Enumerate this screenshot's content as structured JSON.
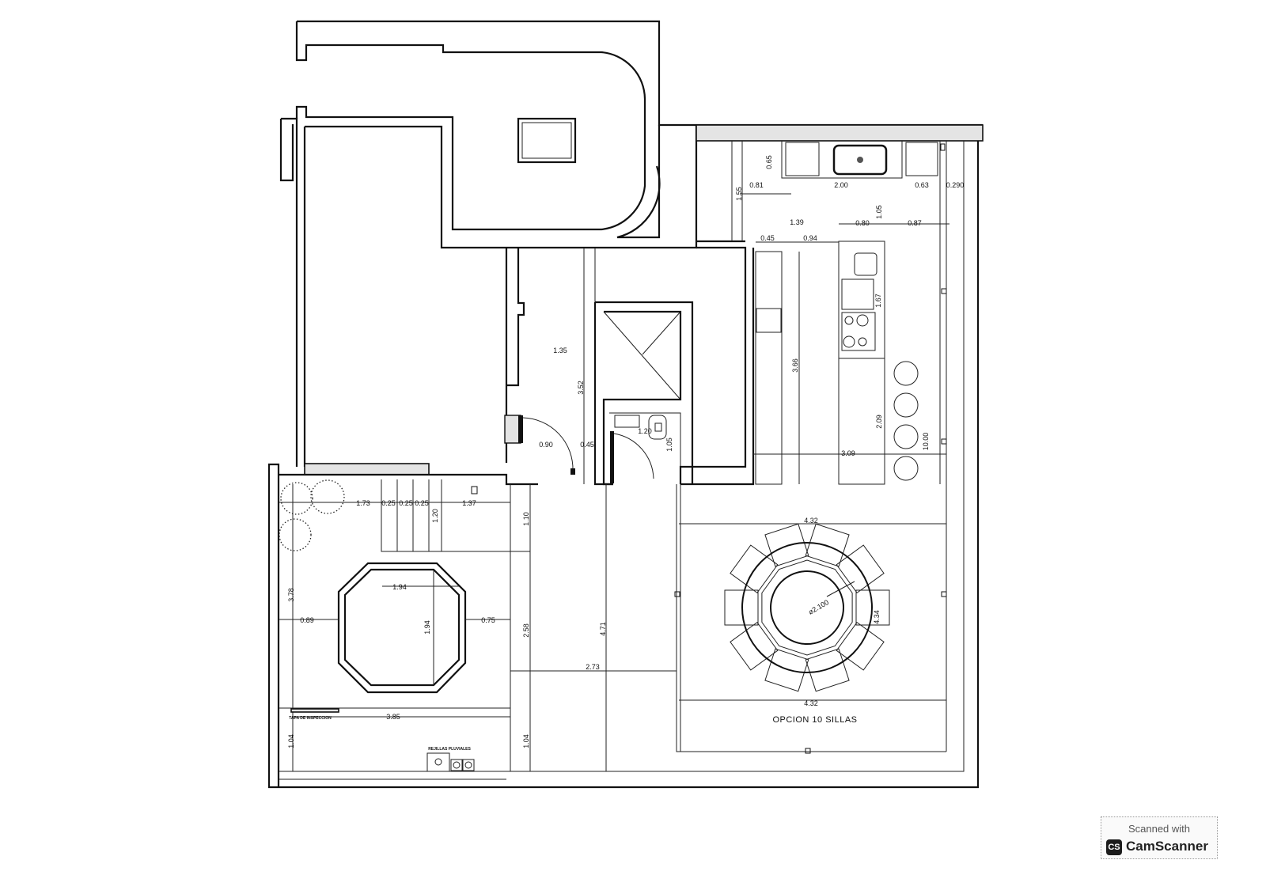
{
  "plan": {
    "dimensions": {
      "k_065": "0.65",
      "k_081": "0.81",
      "k_200": "2.00",
      "k_063": "0.63",
      "k_0290": "0.290",
      "k_155": "1.55",
      "k_105": "1.05",
      "k_139": "1.39",
      "k_080": "0.80",
      "k_087": "0.87",
      "k_045": "0.45",
      "k_094": "0.94",
      "k_167": "1.67",
      "k_366": "3.66",
      "k_209": "2.09",
      "k_309": "3.09",
      "k_1000": "10.00",
      "b_135": "1.35",
      "b_352": "3.52",
      "b_090": "0.90",
      "b_045": "0.45",
      "b_120": "1.20",
      "b_105": "1.05",
      "p_173": "1.73",
      "p_025a": "0.25",
      "p_025b": "0.25",
      "p_025c": "0.25",
      "p_137": "1.37",
      "p_120": "1.20",
      "p_110": "1.10",
      "p_378": "3.78",
      "p_194w": "1.94",
      "p_194h": "1.94",
      "p_089": "0.89",
      "p_075": "0.75",
      "p_258": "2.58",
      "p_471": "4.71",
      "p_273": "2.73",
      "p_385": "3.85",
      "p_104a": "1.04",
      "p_104b": "1.04",
      "d_432top": "4.32",
      "d_diam": "⌀2.100",
      "d_434": "4.34",
      "d_432bot": "4.32"
    },
    "notes": {
      "dining_option": "OPCION 10 SILLAS",
      "inspection": "TAPA DE INSPECCION",
      "drains": "REJILLAS PLUVIALES"
    }
  },
  "badge": {
    "line1": "Scanned with",
    "logo": "CS",
    "brand": "CamScanner"
  }
}
